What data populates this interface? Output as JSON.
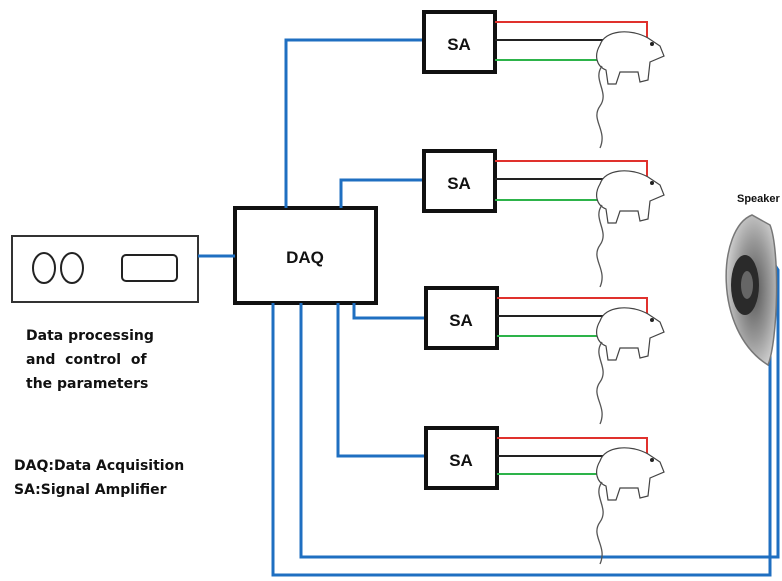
{
  "daq_label": "DAQ",
  "amplifier_label": "SA",
  "speaker_label": "Speaker",
  "caption_lines": [
    "Data processing",
    "and  control  of",
    "the parameters"
  ],
  "legend_lines": [
    "DAQ:Data Acquisition",
    "SA:Signal Amplifier"
  ],
  "colors": {
    "signal_line": "#1f6fc1",
    "electrode_red": "#e0312d",
    "electrode_black": "#222222",
    "electrode_green": "#2db34a"
  },
  "amplifier_count": 4
}
